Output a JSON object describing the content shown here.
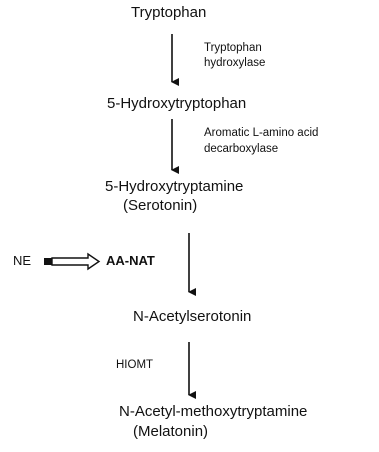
{
  "diagram": {
    "nodes": {
      "tryptophan": "Tryptophan",
      "htp": "5-Hydroxytryptophan",
      "serotonin_line1": "5-Hydroxytryptamine",
      "serotonin_line2": "(Serotonin)",
      "acetylserotonin": "N-Acetylserotonin",
      "melatonin_line1": "N-Acetyl-methoxytryptamine",
      "melatonin_line2": "(Melatonin)"
    },
    "enzymes": {
      "tph_line1": "Tryptophan",
      "tph_line2": "hydroxylase",
      "aadc_line1": "Aromatic L-amino acid",
      "aadc_line2": "decarboxylase",
      "aanat": "AA-NAT",
      "hiomt": "HIOMT"
    },
    "regulator": "NE",
    "colors": {
      "ink": "#111111",
      "background": "#ffffff"
    }
  }
}
